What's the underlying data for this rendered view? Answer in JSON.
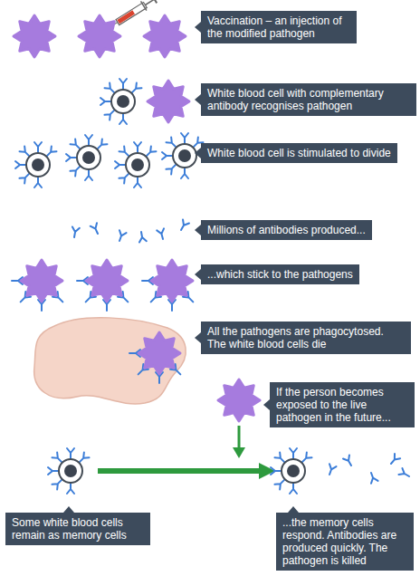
{
  "diagram": {
    "nodes": [
      {
        "text": [
          "Vaccination – an injection of the modified pathogen"
        ]
      },
      {
        "text": [
          "White blood cell with complementary antibody recognises pathogen"
        ]
      },
      {
        "text": [
          "White blood cell is stimulated to divide"
        ]
      },
      {
        "text": [
          "Millions of antibodies produced..."
        ]
      },
      {
        "text": [
          "...which stick to the pathogens"
        ]
      },
      {
        "text": [
          "All the pathogens are phagocytosed. The white blood cells die"
        ]
      },
      {
        "text": [
          "If the person becomes exposed to the live pathogen in the future..."
        ]
      },
      {
        "text": [
          "Some white blood cells remain as memory cells"
        ]
      },
      {
        "text": [
          "...the memory cells respond. Antibodies are produced quickly. The pathogen is killed"
        ]
      }
    ]
  }
}
